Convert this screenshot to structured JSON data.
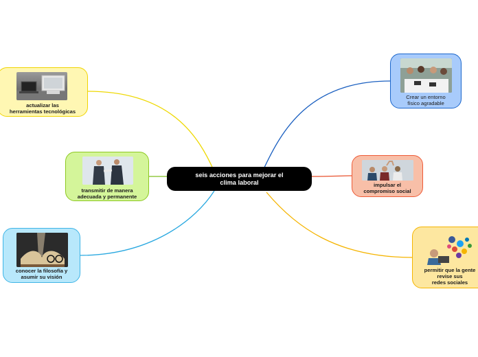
{
  "central": {
    "line1": "seis acciones para mejorar el",
    "line2": "clima laboral"
  },
  "nodes": {
    "herramientas": {
      "line1": "actualizar las",
      "line2": "herramientas tecnológicas",
      "image": "computers-image",
      "color": "#fff7b3",
      "border": "#f0d400"
    },
    "transmitir": {
      "line1": "transmitir de manera",
      "line2": "adecuada y permanente",
      "image": "handshake-image",
      "color": "#d4f59a",
      "border": "#8cc820"
    },
    "filosofia": {
      "line1": "conocer la filosofía y",
      "line2": "asumir su visión",
      "image": "book-glasses-image",
      "color": "#b8e8fb",
      "border": "#3db4e6"
    },
    "entorno": {
      "line1": "Crear un entorno",
      "line2": "físico agradable",
      "image": "office-team-image",
      "color": "#a8cbfb",
      "border": "#1a66cc"
    },
    "compromiso": {
      "line1": "impulsar el",
      "line2": "compromiso social",
      "image": "high-five-image",
      "color": "#f8bfa8",
      "border": "#ee5a36"
    },
    "redes": {
      "line1": "permitir que la gente",
      "line2": "revise sus",
      "line3": "redes sociales",
      "image": "social-media-image",
      "color": "#fde7a0",
      "border": "#f5b500"
    }
  },
  "links": {
    "herramientas": "#eed800",
    "transmitir": "#7fbf20",
    "filosofia": "#29a8e0",
    "entorno": "#1a5fc0",
    "compromiso": "#e8502c",
    "redes": "#f5b400"
  }
}
